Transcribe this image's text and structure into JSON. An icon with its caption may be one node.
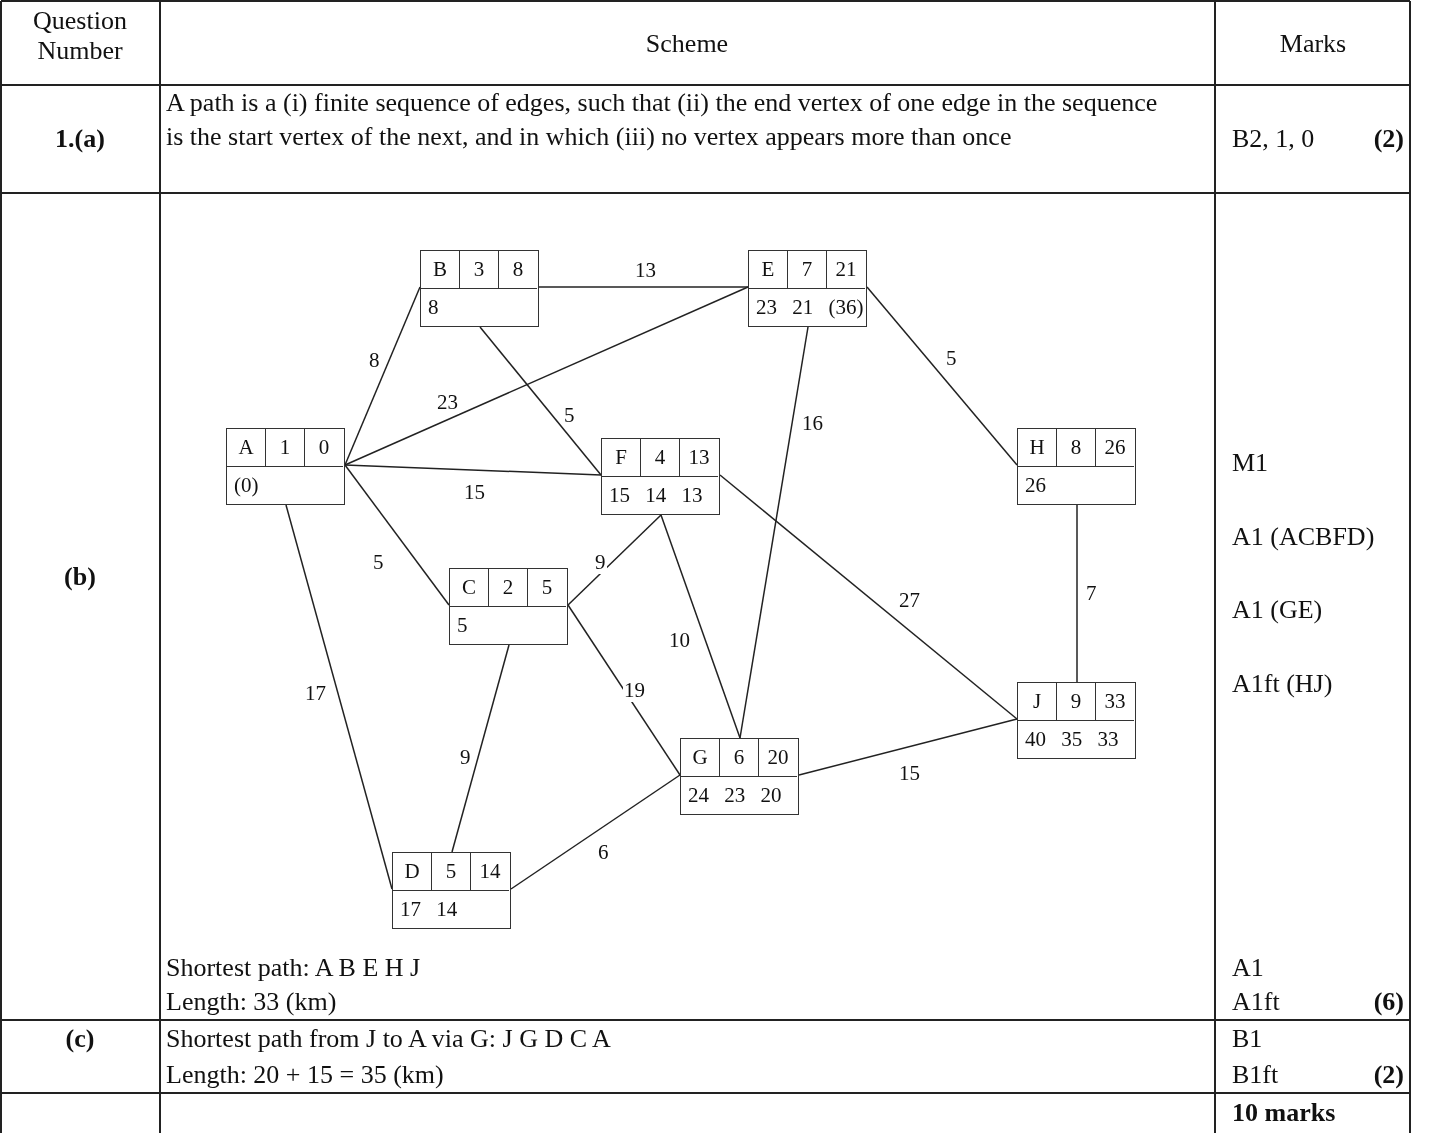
{
  "diagram": {
    "nodes": [
      {
        "text": [
          "B",
          "3",
          "8",
          "8"
        ]
      },
      {
        "text": [
          "E",
          "7",
          "21",
          "23 21 (36)"
        ]
      },
      {
        "text": [
          "A",
          "1",
          "0",
          "(0)"
        ]
      },
      {
        "text": [
          "H",
          "8",
          "26",
          "26"
        ]
      },
      {
        "text": [
          "F",
          "4",
          "13",
          "15 14 13"
        ]
      },
      {
        "text": [
          "C",
          "2",
          "5",
          "5"
        ]
      },
      {
        "text": [
          "J",
          "9",
          "33",
          "40 35 33"
        ]
      },
      {
        "text": [
          "G",
          "6",
          "20",
          "24 23 20"
        ]
      },
      {
        "text": [
          "D",
          "5",
          "14",
          "17 14"
        ]
      }
    ],
    "edges": [
      {
        "from": 2,
        "to": 0,
        "arrow": "none",
        "label": "8"
      },
      {
        "from": 2,
        "to": 1,
        "arrow": "none",
        "label": "23"
      },
      {
        "from": 2,
        "to": 4,
        "arrow": "none",
        "label": "15"
      },
      {
        "from": 2,
        "to": 5,
        "arrow": "none",
        "label": "5"
      },
      {
        "from": 2,
        "to": 8,
        "arrow": "none",
        "label": "17"
      },
      {
        "from": 0,
        "to": 1,
        "arrow": "none",
        "label": "13"
      },
      {
        "from": 0,
        "to": 4,
        "arrow": "none",
        "label": "5"
      },
      {
        "from": 5,
        "to": 4,
        "arrow": "none",
        "label": "9"
      },
      {
        "from": 5,
        "to": 7,
        "arrow": "none",
        "label": "19"
      },
      {
        "from": 5,
        "to": 8,
        "arrow": "none",
        "label": "9"
      },
      {
        "from": 4,
        "to": 7,
        "arrow": "none",
        "label": "10"
      },
      {
        "from": 1,
        "to": 7,
        "arrow": "none",
        "label": "16"
      },
      {
        "from": 1,
        "to": 3,
        "arrow": "none",
        "label": "5"
      },
      {
        "from": 4,
        "to": 6,
        "arrow": "none",
        "label": "27"
      },
      {
        "from": 3,
        "to": 6,
        "arrow": "none",
        "label": "7"
      },
      {
        "from": 7,
        "to": 6,
        "arrow": "none",
        "label": "15"
      },
      {
        "from": 8,
        "to": 7,
        "arrow": "none",
        "label": "6"
      }
    ],
    "labels": [
      "Question Number",
      "Scheme",
      "Marks",
      "1.(a)",
      "A path is a (i) finite sequence of edges, such that (ii) the end vertex of one edge in the sequence is the start vertex of the next, and in which (iii) no vertex appears more than once",
      "B2, 1, 0",
      "(2)",
      "(b)",
      "M1",
      "A1 (ACBFD)",
      "A1 (GE)",
      "A1ft (HJ)",
      "Shortest path: A B E H J",
      "Length: 33 (km)",
      "A1",
      "A1ft",
      "(6)",
      "(c)",
      "Shortest path from J to A via G: J G D C A",
      "Length: 20 + 15 = 35 (km)",
      "B1",
      "B1ft",
      "(2)",
      "10 marks"
    ]
  }
}
